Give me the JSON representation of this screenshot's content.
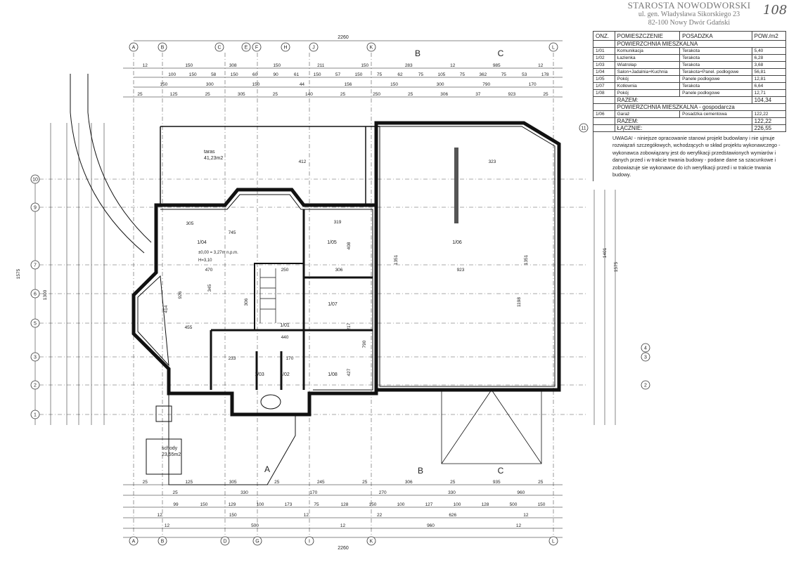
{
  "stamp": {
    "title": "STAROSTA NOWODWORSKI",
    "address": "ul. gen. Władysława Sikorskiego 23",
    "city": "82-100 Nowy Dwór Gdański",
    "handwritten_no": "108"
  },
  "table": {
    "headers": [
      "ONZ.",
      "POMIESZCZENIE",
      "POSADZKA",
      "POW./m2"
    ],
    "section1": "POWIERZCHNIA MIESZKALNA",
    "rows1": [
      {
        "no": "1/01",
        "name": "Komunikacja",
        "floor": "Terakota",
        "area": "5,40"
      },
      {
        "no": "1/02",
        "name": "Łazienka",
        "floor": "Terakota",
        "area": "6,28"
      },
      {
        "no": "1/03",
        "name": "Wiatrołap",
        "floor": "Terakota",
        "area": "3,68"
      },
      {
        "no": "1/04",
        "name": "Salon+Jadalnia+Kuchnia",
        "floor": "Terakota+Panel. podłogowe",
        "area": "56,81"
      },
      {
        "no": "1/05",
        "name": "Pokój",
        "floor": "Panele podłogowe",
        "area": "12,81"
      },
      {
        "no": "1/07",
        "name": "Kotłownia",
        "floor": "Terakota",
        "area": "6,64"
      },
      {
        "no": "1/08",
        "name": "Pokój",
        "floor": "Panele podłogowe",
        "area": "12,71"
      }
    ],
    "sum1_label": "RAZEM:",
    "sum1": "104,34",
    "section2": "POWIERZCHNIA MIESZKALNA - gospodarcza",
    "rows2": [
      {
        "no": "1/06",
        "name": "Garaż",
        "floor": "Posadzka cementowa",
        "area": "122,22"
      }
    ],
    "sum2_label": "RAZEM:",
    "sum2": "122,22",
    "total_label": "ŁĄCZNIE:",
    "total": "226,55"
  },
  "note": "UWAGA! - niniejsze opracowanie stanowi projekt budowlany i nie ujmuje rozwiązań szczegółowych, wchodzących w skład projektu wykonawczego - wykonawca zobowiązany jest do weryfikacji przedstawionych wymiarów i danych przed i w trakcie trwania budowy - podane dane sa szacunkowe i zobowiazuje sie wykonawce do ich weryfikacji przed i w trakcie trwania budowy.",
  "axes": {
    "top": [
      "A",
      "B",
      "C",
      "E",
      "F",
      "H",
      "J",
      "K",
      "L"
    ],
    "bottom": [
      "A",
      "B",
      "D",
      "G",
      "I",
      "K",
      "L"
    ],
    "left": [
      "10",
      "9",
      "7",
      "6",
      "5",
      "3",
      "2",
      "1"
    ],
    "right": [
      "11",
      "4",
      "3",
      "2"
    ],
    "sections": [
      "A",
      "B",
      "C"
    ]
  },
  "rooms": {
    "r104": "1/04",
    "r105": "1/05",
    "r106": "1/06",
    "r107": "1/07",
    "r108": "1/08",
    "r101": "1/01",
    "r102": "1/02",
    "r103": "1/03",
    "taras": "taras",
    "taras_area": "41,23m2",
    "schody": "schody",
    "schody_area": "23,55m2",
    "level": "±0,00 = 3,27m n.p.m.",
    "height": "H=3,10"
  },
  "dims": {
    "overall": "2260",
    "top_row1": [
      "12",
      "150",
      "308",
      "150",
      "211",
      "150",
      "283",
      "12",
      "985",
      "12"
    ],
    "top_row2": [
      "100",
      "150",
      "58",
      "150",
      "60",
      "90",
      "61",
      "150",
      "57",
      "150",
      "75",
      "62",
      "75",
      "105",
      "75",
      "362",
      "75",
      "53",
      "178"
    ],
    "top_row3": [
      "150",
      "300",
      "150",
      "44",
      "156",
      "150",
      "300",
      "790",
      "170"
    ],
    "top_row4": [
      "25",
      "125",
      "25",
      "305",
      "25",
      "140",
      "25",
      "250",
      "25",
      "306",
      "37",
      "923",
      "25"
    ],
    "bottom_row1": [
      "25",
      "125",
      "305",
      "25",
      "245",
      "25",
      "306",
      "25",
      "935",
      "25"
    ],
    "bottom_row2": [
      "25",
      "330",
      "170",
      "270",
      "330",
      "960"
    ],
    "bottom_row3": [
      "99",
      "150",
      "129",
      "100",
      "173",
      "75",
      "128",
      "150",
      "100",
      "127",
      "100",
      "128",
      "500",
      "150"
    ],
    "bottom_row4": [
      "12",
      "150",
      "12",
      "22",
      "626",
      "12"
    ],
    "bottom_row5": [
      "12",
      "500",
      "12",
      "960",
      "12"
    ],
    "left_total": "1575",
    "left_sub": "1300",
    "right_total": "1575",
    "right_sub": "1401",
    "interior": [
      "305",
      "745",
      "470",
      "455",
      "414",
      "926",
      "345",
      "319",
      "408",
      "306",
      "217",
      "427",
      "412",
      "323",
      "923",
      "1351",
      "1351",
      "1198",
      "790",
      "440",
      "250",
      "233",
      "170",
      "306"
    ]
  }
}
